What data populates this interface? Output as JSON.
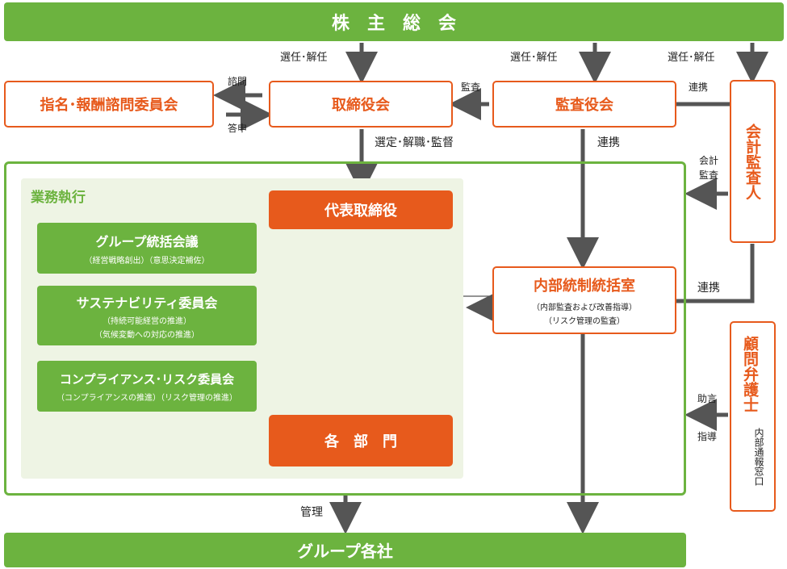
{
  "nodes": {
    "shareholders_meeting": "株　主　総　会",
    "nomination_committee": "指名･報酬諮問委員会",
    "board_of_directors": "取締役会",
    "audit_board": "監査役会",
    "accounting_auditor": "会計監査人",
    "business_execution": "業務執行",
    "representative_director": "代表取締役",
    "group_management_council": "グループ統括会議",
    "group_management_council_sub": "（経営戦略創出）（意思決定補佐）",
    "sustainability_committee": "サステナビリティ委員会",
    "sustainability_committee_sub1": "（持続可能経営の推進）",
    "sustainability_committee_sub2": "（気候変動への対応の推進）",
    "compliance_committee": "コンプライアンス･リスク委員会",
    "compliance_committee_sub": "（コンプライアンスの推進）（リスク管理の推進）",
    "departments": "各　部　門",
    "internal_control_office": "内部統制統括室",
    "internal_control_office_sub1": "（内部監査および改善指導）",
    "internal_control_office_sub2": "（リスク管理の監査）",
    "legal_advisor": "顧問弁護士",
    "internal_reporting_desk": "内部通報窓口",
    "group_companies": "グループ各社"
  },
  "edge_labels": {
    "elect_dismiss_1": "選任･解任",
    "elect_dismiss_2": "選任･解任",
    "elect_dismiss_3": "選任･解任",
    "consult": "諮問",
    "report": "答申",
    "audit": "監査",
    "cooperation_1": "連携",
    "select_supervise": "選定･解職･監督",
    "cooperation_2": "連携",
    "accounting_audit_1": "会計",
    "accounting_audit_2": "監査",
    "cooperation_3": "連携",
    "advice": "助言",
    "guidance": "指導",
    "management": "管理"
  },
  "colors": {
    "green": "#6cb33f",
    "orange": "#e75a1c",
    "pale_green": "#eef4e4",
    "arrow_gray": "#555555"
  }
}
